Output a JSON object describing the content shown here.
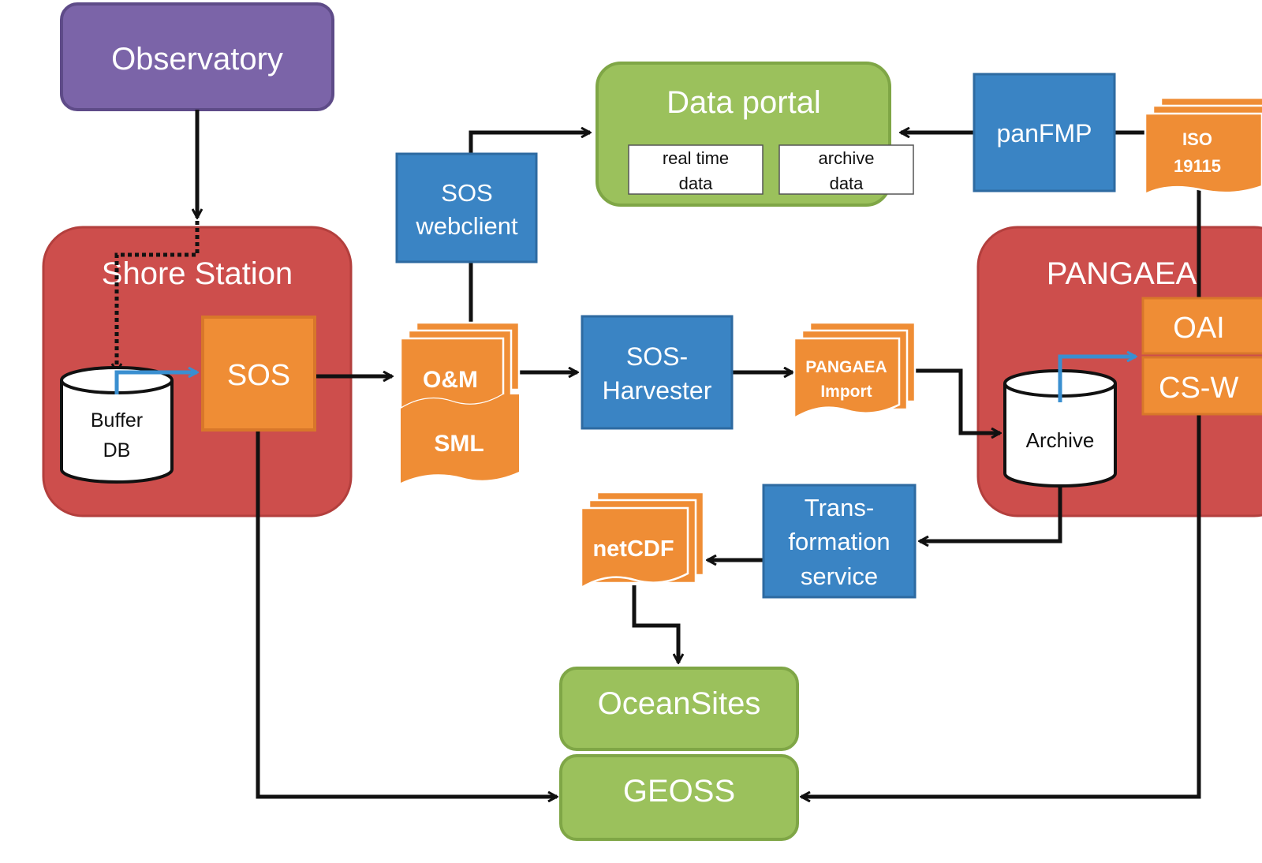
{
  "nodes": {
    "observatory": "Observatory",
    "shore_station": "Shore Station",
    "buffer_db": [
      "Buffer",
      "DB"
    ],
    "sos": "SOS",
    "om": "O&M",
    "sml": "SML",
    "sos_webclient": [
      "SOS",
      "webclient"
    ],
    "data_portal": "Data portal",
    "real_time_data": [
      "real time",
      "data"
    ],
    "archive_data": [
      "archive",
      "data"
    ],
    "panfmp": "panFMP",
    "iso": [
      "ISO",
      "19115"
    ],
    "sos_harvester": [
      "SOS-",
      "Harvester"
    ],
    "pangaea_import": [
      "PANGAEA",
      "Import"
    ],
    "pangaea": "PANGAEA",
    "archive": "Archive",
    "oai": "OAI",
    "csw": "CS-W",
    "transformation_service": [
      "Trans-",
      "formation",
      "service"
    ],
    "netcdf": "netCDF",
    "oceansites": "OceanSites",
    "geoss": "GEOSS"
  },
  "colors": {
    "purple": "#7b64a8",
    "red": "#cd4e4c",
    "orange": "#ef8d35",
    "blue": "#3a84c4",
    "green": "#9bc15c",
    "line": "#111111",
    "blue_line": "#3a8fd0"
  }
}
